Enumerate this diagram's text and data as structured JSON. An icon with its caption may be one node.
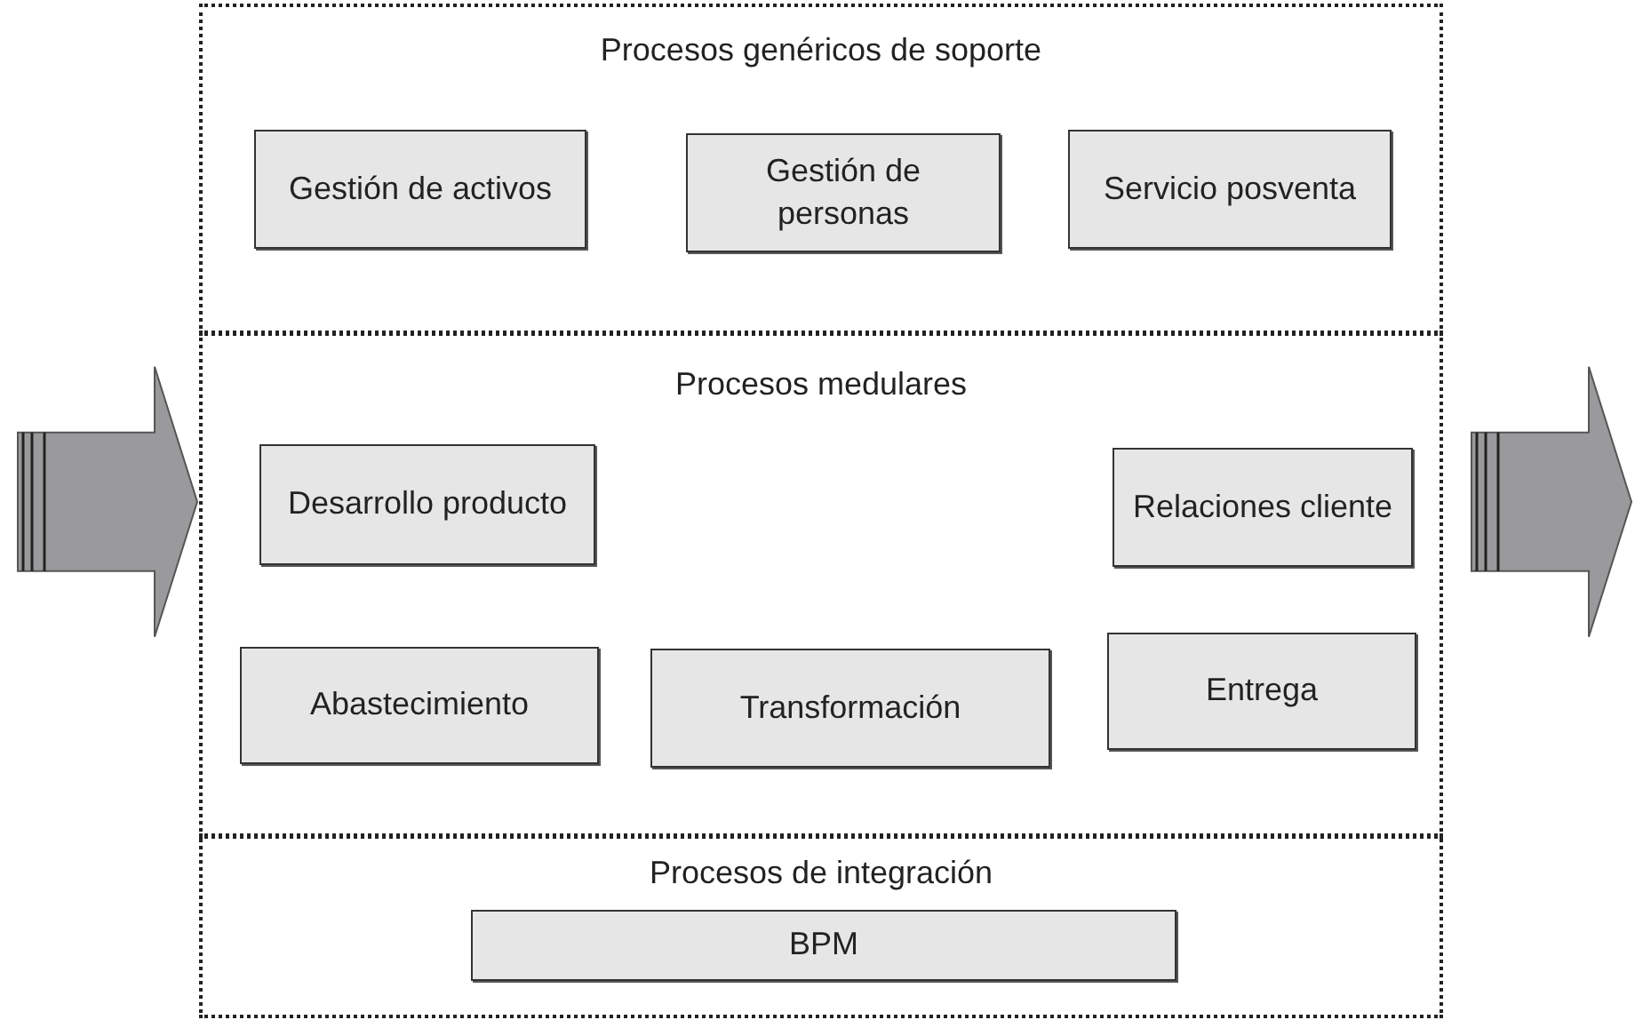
{
  "diagram": {
    "nodes": [
      {
        "text": [
          "Procesos genéricos de soporte"
        ]
      },
      {
        "text": [
          "Gestión de activos"
        ],
        "in": 0
      },
      {
        "text": [
          "Gestión de personas"
        ],
        "in": 0
      },
      {
        "text": [
          "Servicio posventa"
        ],
        "in": 0
      },
      {
        "text": [
          "Procesos medulares"
        ]
      },
      {
        "text": [
          "Desarrollo producto"
        ],
        "in": 4
      },
      {
        "text": [
          "Relaciones cliente"
        ],
        "in": 4
      },
      {
        "text": [
          "Abastecimiento"
        ],
        "in": 4
      },
      {
        "text": [
          "Transformación"
        ],
        "in": 4
      },
      {
        "text": [
          "Entrega"
        ],
        "in": 4
      },
      {
        "text": [
          "Procesos de integración"
        ]
      },
      {
        "text": [
          "BPM"
        ],
        "in": 10
      }
    ],
    "edges": [
      {
        "from": null,
        "to": 4,
        "arrow": "to"
      },
      {
        "from": 4,
        "to": null,
        "arrow": "to"
      }
    ]
  }
}
